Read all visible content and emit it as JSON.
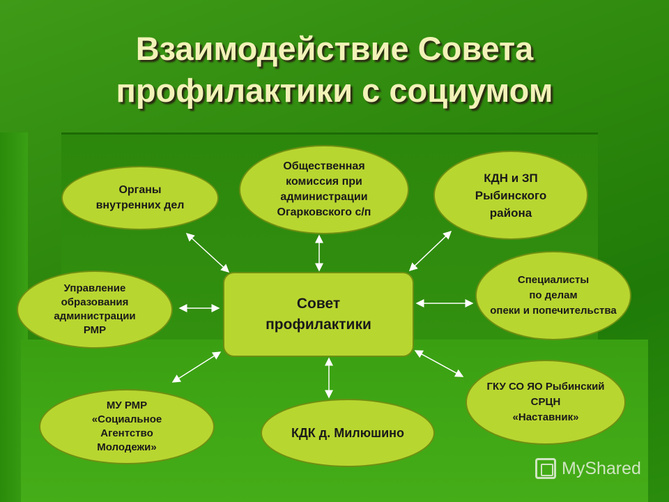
{
  "title_line1": "Взаимодействие Совета",
  "title_line2": "профилактики с социумом",
  "center": "Совет\nпрофилактики",
  "nodes": {
    "organs": "Органы\nвнутренних дел",
    "commission": "Общественная\nкомиссия при\nадминистрации\nОгарковского с/п",
    "kdn": "КДН и ЗП\nРыбинского\nрайона",
    "specialists": "Специалисты\nпо делам\nопеки и попечительства",
    "upravlenie": "Управление\nобразования\nадминистрации\nРМР",
    "mu": "МУ РМР\n«Социальное\nАгентство\nМолодежи»",
    "kdk": "КДК д. Милюшино",
    "gku": "ГКУ СО ЯО Рыбинский\nСРЦН\n«Наставник»"
  },
  "colors": {
    "node_fill": "#b8d630",
    "title_text": "#f2f2b8",
    "background": "#2f8a0e"
  },
  "watermark": "MyShared"
}
